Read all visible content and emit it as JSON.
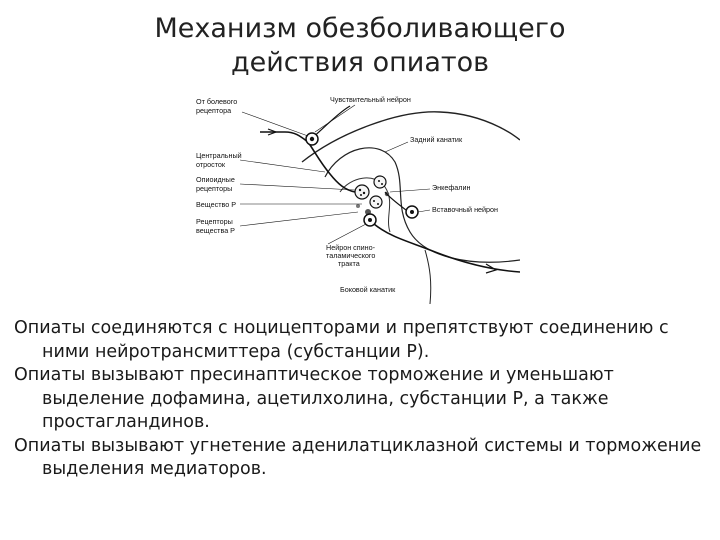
{
  "slide": {
    "title_line1": "Механизм обезболивающего",
    "title_line2": "действия опиатов"
  },
  "figure": {
    "labels": {
      "from_pain_receptor": [
        "От болевого",
        "рецептора"
      ],
      "sensory_neuron": "Чувствительный нейрон",
      "dorsal_horn": "Задний канатик",
      "central_process": [
        "Центральный",
        "отросток"
      ],
      "opioid_receptors": [
        "Опиоидные",
        "рецепторы"
      ],
      "substance_p": "Вещество Р",
      "substance_p_receptors": [
        "Рецепторы",
        "вещества Р"
      ],
      "enkephalin": "Энкефалин",
      "interneuron": "Вставочный нейрон",
      "spinothalamic_neuron": [
        "Нейрон спино-",
        "таламического",
        "тракта"
      ],
      "lateral_column": "Боковой канатик"
    }
  },
  "paragraphs": [
    "Опиаты соединяются с ноцицепторами и препятствуют соединению с ними нейротрансмиттера (субстанции Р).",
    "Опиаты вызывают пресинаптическое торможение и уменьшают выделение дофамина, ацетилхолина, субстанции Р, а также простагландинов.",
    "Опиаты вызывают угнетение аденилатциклазной системы и торможение выделения медиаторов."
  ]
}
